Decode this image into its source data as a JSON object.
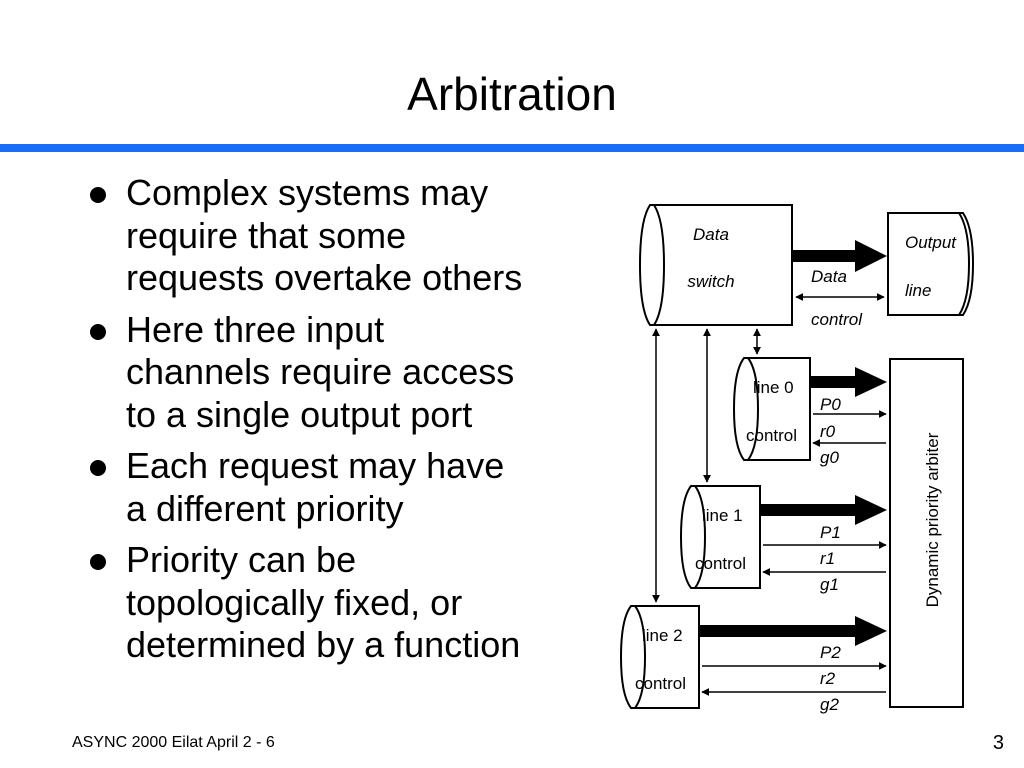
{
  "slide": {
    "title": "Arbitration",
    "bullets": [
      {
        "lines": [
          "Complex systems may",
          "require that some",
          "requests overtake others"
        ]
      },
      {
        "lines": [
          "Here three input",
          "channels require access",
          "to a single output port"
        ]
      },
      {
        "lines": [
          "Each request may have",
          "a different priority"
        ]
      },
      {
        "lines": [
          "Priority can be",
          "topologically fixed, or",
          "determined by a function"
        ]
      }
    ],
    "footer": "ASYNC 2000 Eilat April 2 - 6",
    "page_number": "3",
    "accent_color": "#1a6ef5"
  },
  "diagram": {
    "data_switch": {
      "line1": "Data",
      "line2": "switch"
    },
    "output_line": {
      "line1": "Output",
      "line2": "line"
    },
    "data_label": "Data",
    "control_label": "control",
    "arbiter_label": "Dynamic priority arbiter",
    "line0": {
      "name": "line 0",
      "sub": "control",
      "p": "P0",
      "r": "r0",
      "g": "g0"
    },
    "line1": {
      "name": "line 1",
      "sub": "control",
      "p": "P1",
      "r": "r1",
      "g": "g1"
    },
    "line2": {
      "name": "line 2",
      "sub": "control",
      "p": "P2",
      "r": "r2",
      "g": "g2"
    }
  }
}
